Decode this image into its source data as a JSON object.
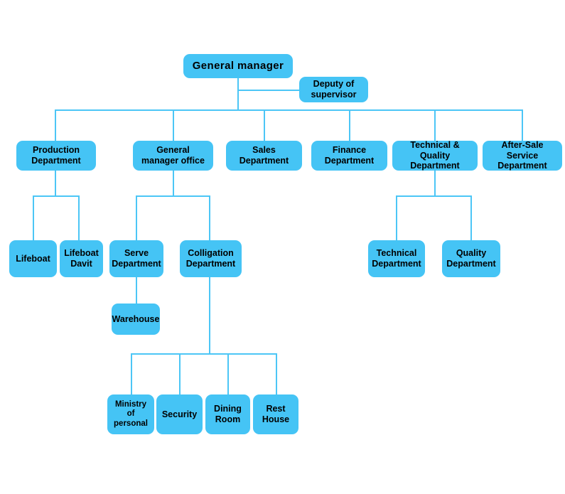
{
  "diagram": {
    "title": "Company Organization Chart",
    "type": "org-chart",
    "colors": {
      "node_fill": "#45c4f5",
      "connector": "#4cc6f6",
      "text": "#000000",
      "background": "#ffffff"
    }
  },
  "nodes": {
    "general_manager": {
      "label": "General manager",
      "level": 0
    },
    "deputy_supervisor": {
      "label": "Deputy of\nsupervisor",
      "level": 0
    },
    "production_department": {
      "label": "Production\nDepartment",
      "level": 1
    },
    "general_manager_office": {
      "label": "General\nmanager office",
      "level": 1
    },
    "sales_department": {
      "label": "Sales\nDepartment",
      "level": 1
    },
    "finance_department": {
      "label": "Finance\nDepartment",
      "level": 1
    },
    "technical_quality_department": {
      "label": "Technical & Quality\nDepartment",
      "level": 1
    },
    "after_sale_service_department": {
      "label": "After-Sale\nService Department",
      "level": 1
    },
    "lifeboat": {
      "label": "Lifeboat",
      "level": 2
    },
    "lifeboat_davit": {
      "label": "Lifeboat\nDavit",
      "level": 2
    },
    "serve_department": {
      "label": "Serve\nDepartment",
      "level": 2
    },
    "colligation_department": {
      "label": "Colligation\nDepartment",
      "level": 2
    },
    "technical_department": {
      "label": "Technical\nDepartment",
      "level": 2
    },
    "quality_department": {
      "label": "Quality\nDepartment",
      "level": 2
    },
    "warehouse": {
      "label": "Warehouse",
      "level": 3
    },
    "ministry_of_personal": {
      "label": "Ministry\nof  personal",
      "level": 3
    },
    "security": {
      "label": "Security",
      "level": 3
    },
    "dining_room": {
      "label": "Dining\nRoom",
      "level": 3
    },
    "rest_house": {
      "label": "Rest\nHouse",
      "level": 3
    }
  },
  "hierarchy": [
    {
      "parent": "general_manager",
      "children": [
        "deputy_supervisor"
      ]
    },
    {
      "parent": "general_manager",
      "children": [
        "production_department",
        "general_manager_office",
        "sales_department",
        "finance_department",
        "technical_quality_department",
        "after_sale_service_department"
      ]
    },
    {
      "parent": "production_department",
      "children": [
        "lifeboat",
        "lifeboat_davit"
      ]
    },
    {
      "parent": "general_manager_office",
      "children": [
        "serve_department",
        "colligation_department"
      ]
    },
    {
      "parent": "technical_quality_department",
      "children": [
        "technical_department",
        "quality_department"
      ]
    },
    {
      "parent": "serve_department",
      "children": [
        "warehouse"
      ]
    },
    {
      "parent": "colligation_department",
      "children": [
        "ministry_of_personal",
        "security",
        "dining_room",
        "rest_house"
      ]
    }
  ]
}
